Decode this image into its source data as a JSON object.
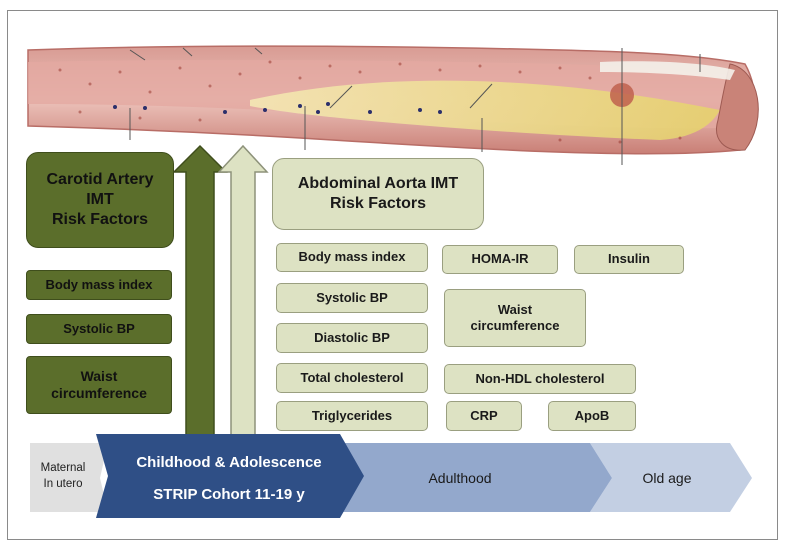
{
  "carotid": {
    "title": "Carotid Artery\nIMT\nRisk Factors",
    "factors": [
      "Body mass index",
      "Systolic BP",
      "Waist\ncircumference"
    ]
  },
  "aorta": {
    "title": "Abdominal Aorta IMT\nRisk Factors",
    "factors": {
      "body_mass_index": "Body mass index",
      "homa_ir": "HOMA-IR",
      "insulin": "Insulin",
      "systolic_bp": "Systolic BP",
      "waist": "Waist\ncircumference",
      "diastolic_bp": "Diastolic BP",
      "total_cholesterol": "Total cholesterol",
      "non_hdl": "Non-HDL cholesterol",
      "triglycerides": "Triglycerides",
      "crp": "CRP",
      "apob": "ApoB"
    }
  },
  "timeline": {
    "maternal": "Maternal\nIn utero",
    "childhood": "Childhood & Adolescence",
    "strip": "STRIP Cohort 11-19 y",
    "adulthood": "Adulthood",
    "old_age": "Old age"
  },
  "colors": {
    "dark_green": "#5b6e2b",
    "light_green": "#dde2c3",
    "childhood_blue": "#2f4f86",
    "adulthood_blue": "#93a8cc",
    "old_age_blue": "#c3cfe3",
    "maternal_gray": "#e0e0e0"
  }
}
